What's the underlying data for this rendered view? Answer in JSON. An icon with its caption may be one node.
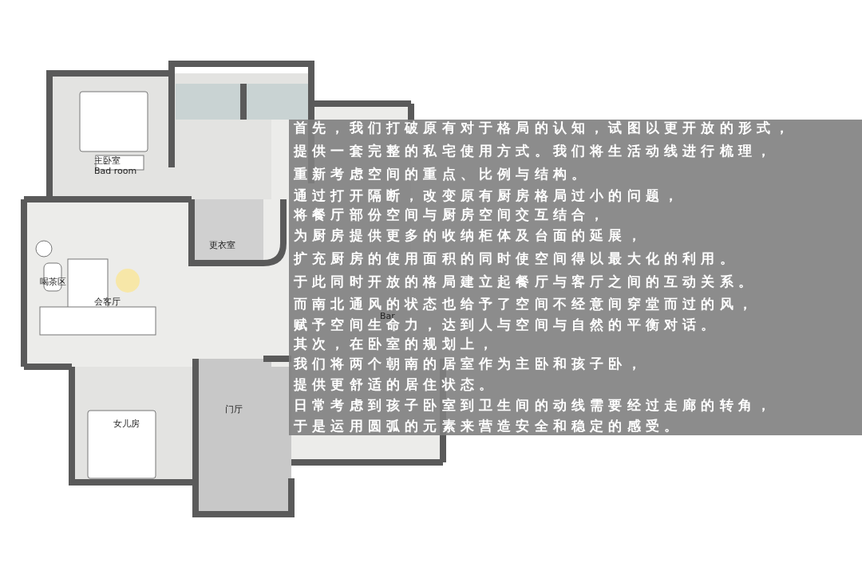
{
  "diagram": {
    "labels": [
      "主卧室",
      "Bad room",
      "更衣室",
      "喝茶区",
      "会客厅",
      "女儿房",
      "门厅",
      "Bar",
      "首先，我们打破原有对于格局的认知，试图以更开放的形式，",
      "提供一套完整的私宅使用方式。我们将生活动线进行梳理，",
      "重新考虑空间的重点、比例与结构。",
      "通过打开隔断，改变原有厨房格局过小的问题，",
      "将餐厅部份空间与厨房空间交互结合，",
      "为厨房提供更多的收纳柜体及台面的延展，",
      "扩充厨房的使用面积的同时使空间得以最大化的利用。",
      "于此同时开放的格局建立起餐厅与客厅之间的互动关系。",
      "而南北通风的状态也给予了空间不经意间穿堂而过的风，",
      "赋予空间生命力，达到人与空间与自然的平衡对话。",
      "其次，在卧室的规划上，",
      "我们将两个朝南的居室作为主卧和孩子卧，",
      "提供更舒适的居住状态。",
      "日常考虑到孩子卧室到卫生间的动线需要经过走廊的转角，",
      "于是运用圆弧的元素来营造安全和稳定的感受。"
    ]
  }
}
